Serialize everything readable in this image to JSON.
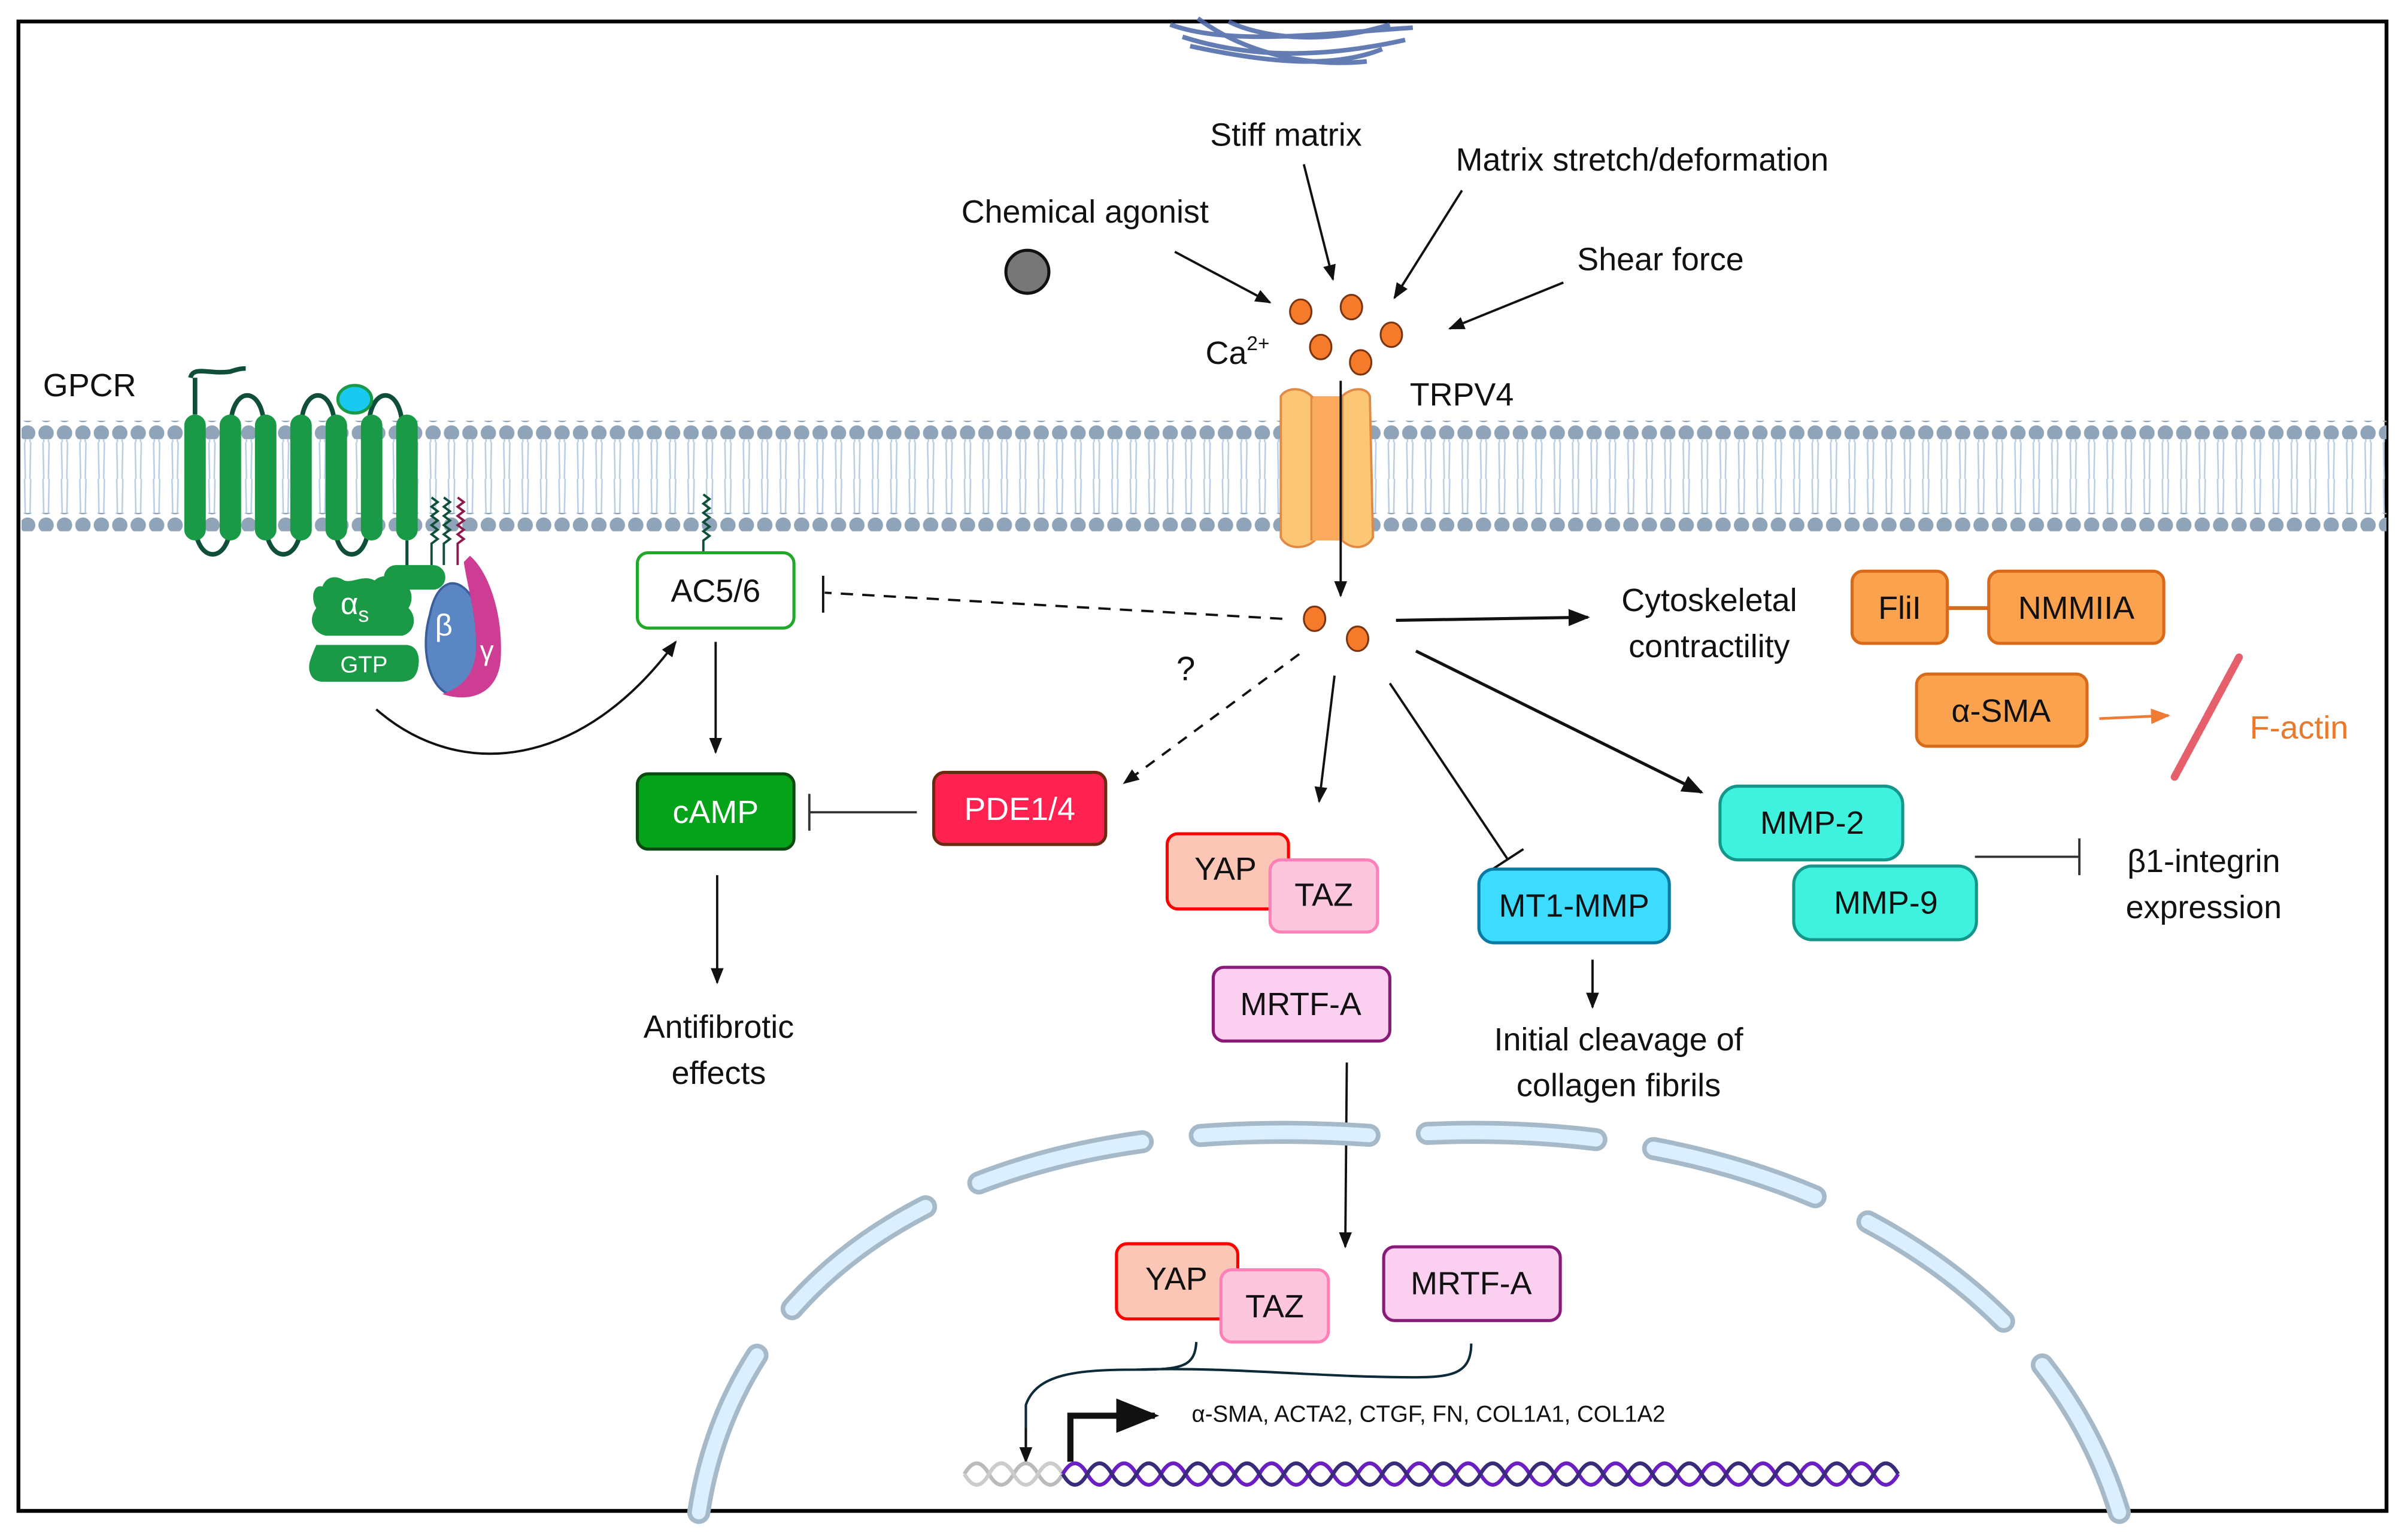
{
  "title": "TRPV4-mediated mechanotransduction and GPCR/cAMP antifibrotic signaling",
  "colors": {
    "membrane_head": "#8fa4b8",
    "membrane_tail": "#b9cde3",
    "gpcr_green": "#1a9a46",
    "beta_blue": "#5a86c4",
    "gamma_magenta": "#cc3d93",
    "calcium_orange": "#f57a2a",
    "trpv4_fill": "#fcc774",
    "camp_green": "#04a31a",
    "pde_red": "#ff2150",
    "yap_fill": "#fcc6b6",
    "yap_border": "#ff0000",
    "taz_fill": "#fcc6dc",
    "taz_border": "#ff7fb8",
    "mrtf_fill": "#fbcff0",
    "mrtf_border": "#8a1a77",
    "mt1_fill": "#3ddcff",
    "mmp_fill": "#3ff2de",
    "orange_box": "#fba24e",
    "factin_text": "#e8792d",
    "nucleus_fill": "#dcefff",
    "nucleus_border": "#a5b9c8",
    "dna_purple": "#6b1fc2",
    "dna_gray": "#bbbbbb"
  },
  "labels": {
    "gpcr": "GPCR",
    "chemical_agonist": "Chemical agonist",
    "stiff_matrix": "Stiff matrix",
    "matrix_stretch": "Matrix stretch/deformation",
    "shear_force": "Shear force",
    "calcium": "Ca",
    "calcium_sup": "2+",
    "trpv4": "TRPV4",
    "question": "?",
    "cytoskeletal_1": "Cytoskeletal",
    "cytoskeletal_2": "contractility",
    "beta1_1": "β1-integrin",
    "beta1_2": "expression",
    "antifibrotic_1": "Antifibrotic",
    "antifibrotic_2": "effects",
    "cleavage_1": "Initial cleavage of",
    "cleavage_2": "collagen fibrils",
    "factin": "F-actin",
    "genes": "α-SMA, ACTA2, CTGF,  FN, COL1A1, COL1A2"
  },
  "gprotein": {
    "alpha": "α",
    "alpha_sub": "s",
    "beta": "β",
    "gamma": "γ",
    "gtp": "GTP"
  },
  "boxes": {
    "ac56": "AC5/6",
    "camp": "cAMP",
    "pde": "PDE1/4",
    "yap": "YAP",
    "taz": "TAZ",
    "mrtf": "MRTF-A",
    "mt1mmp": "MT1-MMP",
    "mmp2": "MMP-2",
    "mmp9": "MMP-9",
    "flii": "FliI",
    "nmmiia": "NMMIIA",
    "asma": "α-SMA",
    "yap_nuc": "YAP",
    "taz_nuc": "TAZ",
    "mrtf_nuc": "MRTF-A"
  }
}
